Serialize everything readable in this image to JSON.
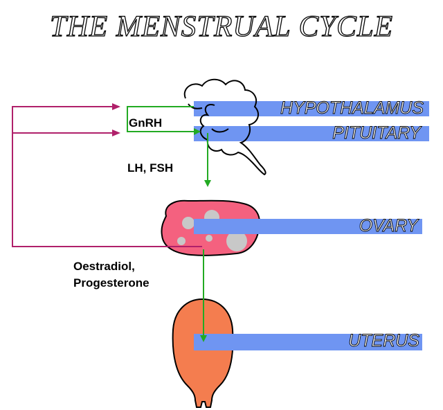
{
  "title": "THE MENSTRUAL CYCLE",
  "organs": {
    "hypothalamus": "HYPOTHALAMUS",
    "pituitary": "PITUITARY",
    "ovary": "OVARY",
    "uterus": "UTERUS"
  },
  "hormones": {
    "gnrh": "GnRH",
    "lh_fsh": "LH, FSH",
    "ovarian_line1": "Oestradiol,",
    "ovarian_line2": "Progesterone"
  },
  "colors": {
    "label_bar": "#6f95f2",
    "ovary_fill": "#f4617f",
    "follicle_fill": "#c8c8c8",
    "uterus_fill": "#f47d4f",
    "forward_arrow": "#22aa22",
    "feedback_arrow": "#b0206a",
    "outline": "#000000"
  }
}
